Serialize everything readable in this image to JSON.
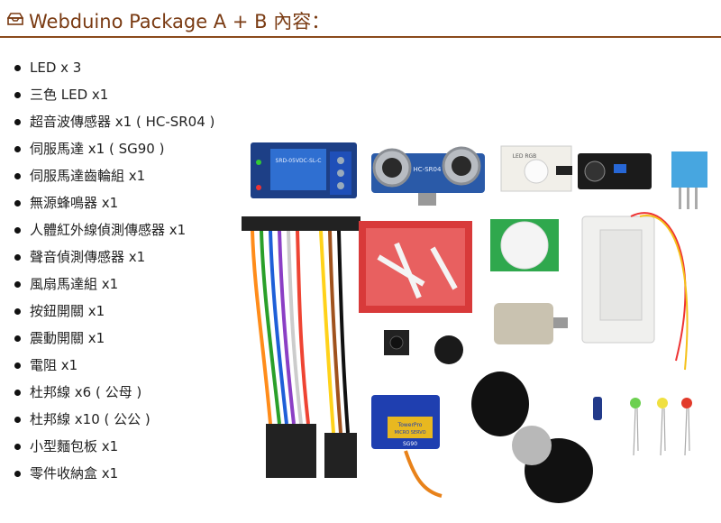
{
  "header": {
    "title": "Webduino Package A + B 內容：",
    "icon": "tray-icon",
    "accent_color": "#7a3b13"
  },
  "items": [
    "LED x 3",
    "三色 LED x1",
    "超音波傳感器 x1 ( HC-SR04 )",
    "伺服馬達 x1 ( SG90 )",
    "伺服馬達齒輪組 x1",
    "無源蜂鳴器 x1",
    "人體紅外線偵測傳感器 x1",
    "聲音偵測傳感器 x1",
    "風扇馬達組 x1",
    "按鈕開關 x1",
    "震動開關 x1",
    "電阻 x1",
    "杜邦線 x6 ( 公母 )",
    "杜邦線 x10 ( 公公 )",
    "小型麵包板 x1",
    "零件收納盒 x1"
  ],
  "photo": {
    "relay_label": "SRD-05VDC-SL-C",
    "ultrasonic_label": "HC-SR04",
    "led_module_label": "LED RGB",
    "servo_brand": "TowerPro",
    "servo_model": "MICRO SERVO",
    "servo_code": "SG90"
  }
}
